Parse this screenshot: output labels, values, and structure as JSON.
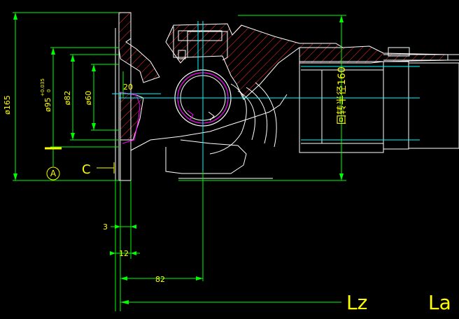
{
  "colors": {
    "background": "#000000",
    "outline": "#ffffff",
    "centerline": "#00ffff",
    "dimension": "#00ff00",
    "dim_text": "#ffff00",
    "hatch": "#ff3030",
    "bearing": "#ff00ff"
  },
  "dimensions": {
    "phi165": "ø165",
    "phi95": "ø95",
    "phi95_tol_upper": "+0.035",
    "phi95_tol_lower": "0",
    "phi82": "ø82",
    "phi60": "ø60",
    "d20": "20",
    "d3": "3",
    "d12": "12",
    "d82": "82",
    "swing": "回转半径160"
  },
  "datums": {
    "a": "A",
    "c": "C"
  },
  "lengths": {
    "lz": "Lz",
    "la": "La"
  }
}
